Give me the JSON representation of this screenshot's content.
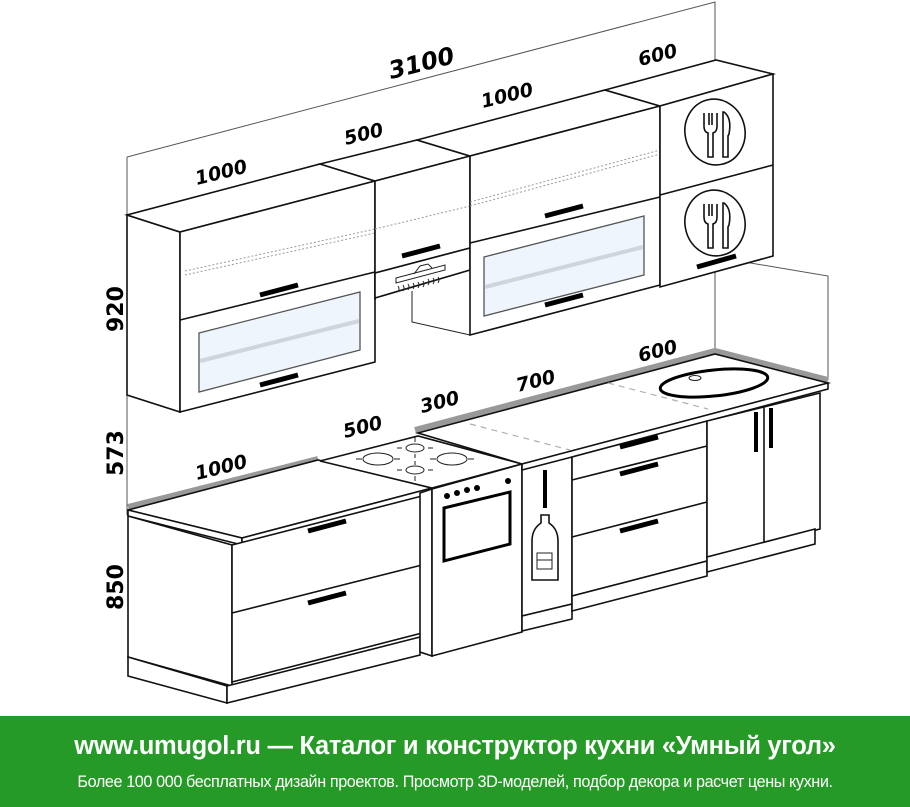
{
  "drawing": {
    "subject": "Kitchen set 3100 mm — isometric sketch with dimensions",
    "dimensions": {
      "total_width": "3100",
      "upper": [
        "1000",
        "500",
        "1000",
        "600"
      ],
      "lower": [
        "1000",
        "500",
        "300",
        "700",
        "600"
      ],
      "heights": {
        "upper_cabinets": "920",
        "gap_backsplash": "573",
        "base_cabinets": "850"
      }
    },
    "icons": [
      "cutlery-plate-icon",
      "cutlery-plate-icon",
      "range-hood-icon",
      "gas-hob-icon",
      "oven-icon",
      "bottle-icon",
      "sink-icon"
    ]
  },
  "footer": {
    "title": "www.umugol.ru — Каталог и конструктор кухни «Умный угол»",
    "subtitle": "Более 100 000 бесплатных дизайн проектов. Просмотр 3D-моделей, подбор декора и расчет цены кухни.",
    "background_color": "#259a26",
    "text_color": "#ffffff"
  }
}
